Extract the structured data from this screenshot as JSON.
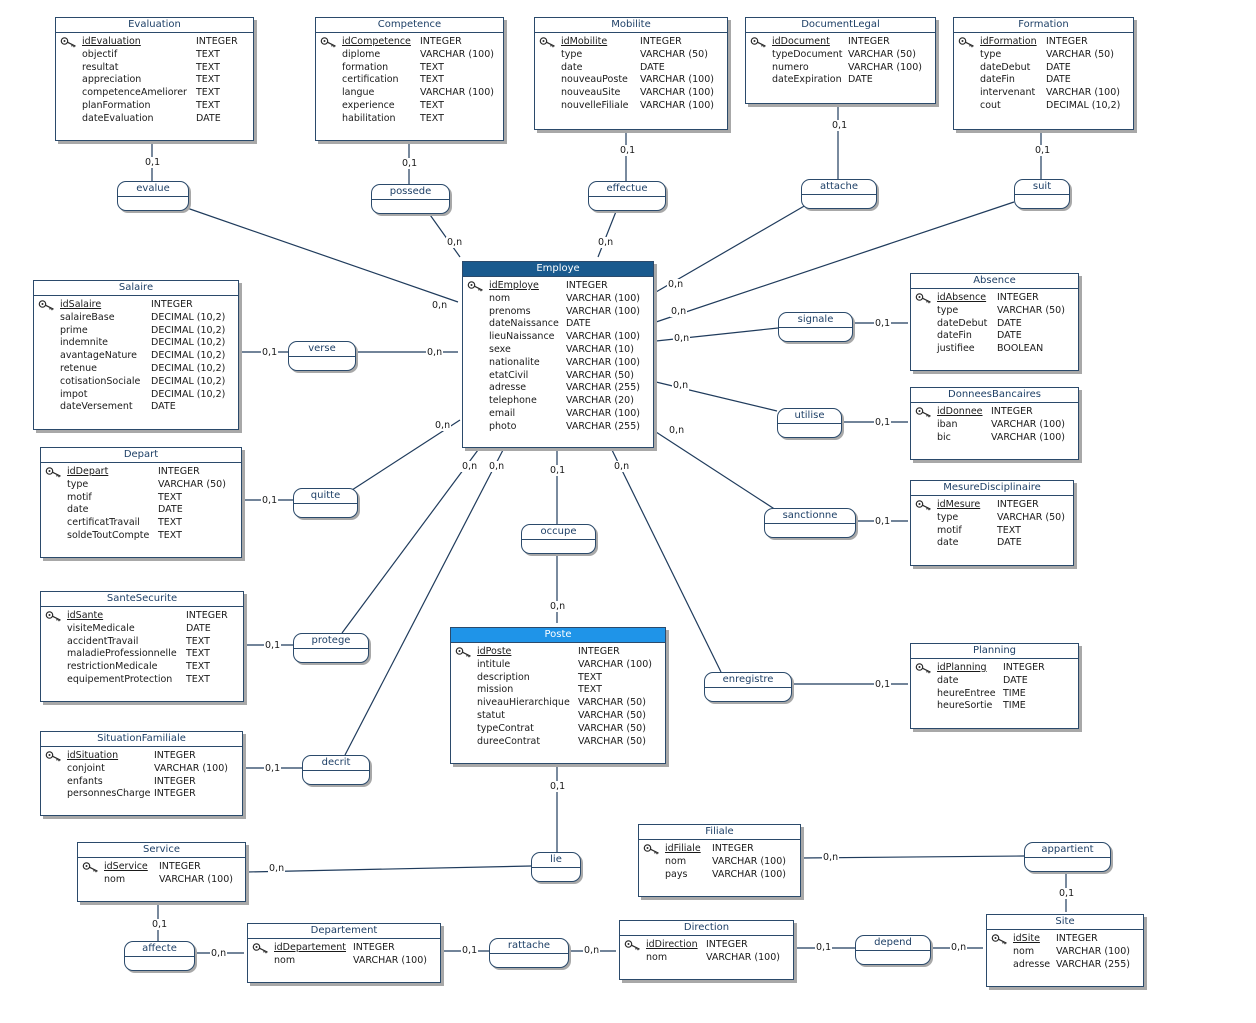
{
  "entities": [
    {
      "id": "evaluation",
      "name": "Evaluation",
      "attrs": [
        [
          "idEvaluation",
          "INTEGER",
          true
        ],
        [
          "objectif",
          "TEXT"
        ],
        [
          "resultat",
          "TEXT"
        ],
        [
          "appreciation",
          "TEXT"
        ],
        [
          "competenceAmeliorer",
          "TEXT"
        ],
        [
          "planFormation",
          "TEXT"
        ],
        [
          "dateEvaluation",
          "DATE"
        ]
      ]
    },
    {
      "id": "competence",
      "name": "Competence",
      "attrs": [
        [
          "idCompetence",
          "INTEGER",
          true
        ],
        [
          "diplome",
          "VARCHAR (100)"
        ],
        [
          "formation",
          "TEXT"
        ],
        [
          "certification",
          "TEXT"
        ],
        [
          "langue",
          "VARCHAR (100)"
        ],
        [
          "experience",
          "TEXT"
        ],
        [
          "habilitation",
          "TEXT"
        ]
      ]
    },
    {
      "id": "mobilite",
      "name": "Mobilite",
      "attrs": [
        [
          "idMobilite",
          "INTEGER",
          true
        ],
        [
          "type",
          "VARCHAR (50)"
        ],
        [
          "date",
          "DATE"
        ],
        [
          "nouveauPoste",
          "VARCHAR (100)"
        ],
        [
          "nouveauSite",
          "VARCHAR (100)"
        ],
        [
          "nouvelleFiliale",
          "VARCHAR (100)"
        ]
      ]
    },
    {
      "id": "documentlegal",
      "name": "DocumentLegal",
      "attrs": [
        [
          "idDocument",
          "INTEGER",
          true
        ],
        [
          "typeDocument",
          "VARCHAR (50)"
        ],
        [
          "numero",
          "VARCHAR (100)"
        ],
        [
          "dateExpiration",
          "DATE"
        ]
      ]
    },
    {
      "id": "formation",
      "name": "Formation",
      "attrs": [
        [
          "idFormation",
          "INTEGER",
          true
        ],
        [
          "type",
          "VARCHAR (50)"
        ],
        [
          "dateDebut",
          "DATE"
        ],
        [
          "dateFin",
          "DATE"
        ],
        [
          "intervenant",
          "VARCHAR (100)"
        ],
        [
          "cout",
          "DECIMAL (10,2)"
        ]
      ]
    },
    {
      "id": "salaire",
      "name": "Salaire",
      "attrs": [
        [
          "idSalaire",
          "INTEGER",
          true
        ],
        [
          "salaireBase",
          "DECIMAL (10,2)"
        ],
        [
          "prime",
          "DECIMAL (10,2)"
        ],
        [
          "indemnite",
          "DECIMAL (10,2)"
        ],
        [
          "avantageNature",
          "DECIMAL (10,2)"
        ],
        [
          "retenue",
          "DECIMAL (10,2)"
        ],
        [
          "cotisationSociale",
          "DECIMAL (10,2)"
        ],
        [
          "impot",
          "DECIMAL (10,2)"
        ],
        [
          "dateVersement",
          "DATE"
        ]
      ]
    },
    {
      "id": "employe",
      "name": "Employe",
      "attrs": [
        [
          "idEmploye",
          "INTEGER",
          true
        ],
        [
          "nom",
          "VARCHAR (100)"
        ],
        [
          "prenoms",
          "VARCHAR (100)"
        ],
        [
          "dateNaissance",
          "DATE"
        ],
        [
          "lieuNaissance",
          "VARCHAR (100)"
        ],
        [
          "sexe",
          "VARCHAR (10)"
        ],
        [
          "nationalite",
          "VARCHAR (100)"
        ],
        [
          "etatCivil",
          "VARCHAR (50)"
        ],
        [
          "adresse",
          "VARCHAR (255)"
        ],
        [
          "telephone",
          "VARCHAR (20)"
        ],
        [
          "email",
          "VARCHAR (100)"
        ],
        [
          "photo",
          "VARCHAR (255)"
        ]
      ]
    },
    {
      "id": "absence",
      "name": "Absence",
      "attrs": [
        [
          "idAbsence",
          "INTEGER",
          true
        ],
        [
          "type",
          "VARCHAR (50)"
        ],
        [
          "dateDebut",
          "DATE"
        ],
        [
          "dateFin",
          "DATE"
        ],
        [
          "justifiee",
          "BOOLEAN"
        ]
      ]
    },
    {
      "id": "donneesbancaires",
      "name": "DonneesBancaires",
      "attrs": [
        [
          "idDonnee",
          "INTEGER",
          true
        ],
        [
          "iban",
          "VARCHAR (100)"
        ],
        [
          "bic",
          "VARCHAR (100)"
        ]
      ]
    },
    {
      "id": "depart",
      "name": "Depart",
      "attrs": [
        [
          "idDepart",
          "INTEGER",
          true
        ],
        [
          "type",
          "VARCHAR (50)"
        ],
        [
          "motif",
          "TEXT"
        ],
        [
          "date",
          "DATE"
        ],
        [
          "certificatTravail",
          "TEXT"
        ],
        [
          "soldeToutCompte",
          "TEXT"
        ]
      ]
    },
    {
      "id": "mesuredisciplinaire",
      "name": "MesureDisciplinaire",
      "attrs": [
        [
          "idMesure",
          "INTEGER",
          true
        ],
        [
          "type",
          "VARCHAR (50)"
        ],
        [
          "motif",
          "TEXT"
        ],
        [
          "date",
          "DATE"
        ]
      ]
    },
    {
      "id": "santesecurite",
      "name": "SanteSecurite",
      "attrs": [
        [
          "idSante",
          "INTEGER",
          true
        ],
        [
          "visiteMedicale",
          "DATE"
        ],
        [
          "accidentTravail",
          "TEXT"
        ],
        [
          "maladieProfessionnelle",
          "TEXT"
        ],
        [
          "restrictionMedicale",
          "TEXT"
        ],
        [
          "equipementProtection",
          "TEXT"
        ]
      ]
    },
    {
      "id": "poste",
      "name": "Poste",
      "attrs": [
        [
          "idPoste",
          "INTEGER",
          true
        ],
        [
          "intitule",
          "VARCHAR (100)"
        ],
        [
          "description",
          "TEXT"
        ],
        [
          "mission",
          "TEXT"
        ],
        [
          "niveauHierarchique",
          "VARCHAR (50)"
        ],
        [
          "statut",
          "VARCHAR (50)"
        ],
        [
          "typeContrat",
          "VARCHAR (50)"
        ],
        [
          "dureeContrat",
          "VARCHAR (50)"
        ]
      ]
    },
    {
      "id": "planning",
      "name": "Planning",
      "attrs": [
        [
          "idPlanning",
          "INTEGER",
          true
        ],
        [
          "date",
          "DATE"
        ],
        [
          "heureEntree",
          "TIME"
        ],
        [
          "heureSortie",
          "TIME"
        ]
      ]
    },
    {
      "id": "situationfamiliale",
      "name": "SituationFamiliale",
      "attrs": [
        [
          "idSituation",
          "INTEGER",
          true
        ],
        [
          "conjoint",
          "VARCHAR (100)"
        ],
        [
          "enfants",
          "INTEGER"
        ],
        [
          "personnesCharge",
          "INTEGER"
        ]
      ]
    },
    {
      "id": "filiale",
      "name": "Filiale",
      "attrs": [
        [
          "idFiliale",
          "INTEGER",
          true
        ],
        [
          "nom",
          "VARCHAR (100)"
        ],
        [
          "pays",
          "VARCHAR (100)"
        ]
      ]
    },
    {
      "id": "service",
      "name": "Service",
      "attrs": [
        [
          "idService",
          "INTEGER",
          true
        ],
        [
          "nom",
          "VARCHAR (100)"
        ]
      ]
    },
    {
      "id": "departement",
      "name": "Departement",
      "attrs": [
        [
          "idDepartement",
          "INTEGER",
          true
        ],
        [
          "nom",
          "VARCHAR (100)"
        ]
      ]
    },
    {
      "id": "direction",
      "name": "Direction",
      "attrs": [
        [
          "idDirection",
          "INTEGER",
          true
        ],
        [
          "nom",
          "VARCHAR (100)"
        ]
      ]
    },
    {
      "id": "site",
      "name": "Site",
      "attrs": [
        [
          "idSite",
          "INTEGER",
          true
        ],
        [
          "nom",
          "VARCHAR (100)"
        ],
        [
          "adresse",
          "VARCHAR (255)"
        ]
      ]
    }
  ],
  "associations": [
    {
      "id": "evalue",
      "name": "evalue"
    },
    {
      "id": "possede",
      "name": "possede"
    },
    {
      "id": "effectue",
      "name": "effectue"
    },
    {
      "id": "attache",
      "name": "attache"
    },
    {
      "id": "suit",
      "name": "suit"
    },
    {
      "id": "verse",
      "name": "verse"
    },
    {
      "id": "signale",
      "name": "signale"
    },
    {
      "id": "utilise",
      "name": "utilise"
    },
    {
      "id": "quitte",
      "name": "quitte"
    },
    {
      "id": "sanctionne",
      "name": "sanctionne"
    },
    {
      "id": "occupe",
      "name": "occupe"
    },
    {
      "id": "protege",
      "name": "protege"
    },
    {
      "id": "enregistre",
      "name": "enregistre"
    },
    {
      "id": "decrit",
      "name": "decrit"
    },
    {
      "id": "lie",
      "name": "lie"
    },
    {
      "id": "appartient",
      "name": "appartient"
    },
    {
      "id": "affecte",
      "name": "affecte"
    },
    {
      "id": "rattache",
      "name": "rattache"
    },
    {
      "id": "depend",
      "name": "depend"
    }
  ],
  "links": [
    {
      "a": "evalue",
      "e": "evaluation",
      "c": "0,1"
    },
    {
      "a": "evalue",
      "e": "employe",
      "c": "0,n"
    },
    {
      "a": "possede",
      "e": "competence",
      "c": "0,1"
    },
    {
      "a": "possede",
      "e": "employe",
      "c": "0,n"
    },
    {
      "a": "effectue",
      "e": "mobilite",
      "c": "0,1"
    },
    {
      "a": "effectue",
      "e": "employe",
      "c": "0,n"
    },
    {
      "a": "attache",
      "e": "documentlegal",
      "c": "0,1"
    },
    {
      "a": "attache",
      "e": "employe",
      "c": "0,n"
    },
    {
      "a": "suit",
      "e": "formation",
      "c": "0,1"
    },
    {
      "a": "suit",
      "e": "employe",
      "c": "0,n"
    },
    {
      "a": "verse",
      "e": "salaire",
      "c": "0,1"
    },
    {
      "a": "verse",
      "e": "employe",
      "c": "0,n"
    },
    {
      "a": "signale",
      "e": "absence",
      "c": "0,1"
    },
    {
      "a": "signale",
      "e": "employe",
      "c": "0,n"
    },
    {
      "a": "utilise",
      "e": "donneesbancaires",
      "c": "0,1"
    },
    {
      "a": "utilise",
      "e": "employe",
      "c": "0,n"
    },
    {
      "a": "quitte",
      "e": "depart",
      "c": "0,1"
    },
    {
      "a": "quitte",
      "e": "employe",
      "c": "0,n"
    },
    {
      "a": "sanctionne",
      "e": "mesuredisciplinaire",
      "c": "0,1"
    },
    {
      "a": "sanctionne",
      "e": "employe",
      "c": "0,n"
    },
    {
      "a": "occupe",
      "e": "employe",
      "c": "0,1"
    },
    {
      "a": "occupe",
      "e": "poste",
      "c": "0,n"
    },
    {
      "a": "protege",
      "e": "santesecurite",
      "c": "0,1"
    },
    {
      "a": "protege",
      "e": "employe",
      "c": "0,n"
    },
    {
      "a": "enregistre",
      "e": "planning",
      "c": "0,1"
    },
    {
      "a": "enregistre",
      "e": "employe",
      "c": "0,n"
    },
    {
      "a": "decrit",
      "e": "situationfamiliale",
      "c": "0,1"
    },
    {
      "a": "decrit",
      "e": "employe",
      "c": "0,n"
    },
    {
      "a": "lie",
      "e": "poste",
      "c": "0,1"
    },
    {
      "a": "lie",
      "e": "service",
      "c": "0,n"
    },
    {
      "a": "appartient",
      "e": "site",
      "c": "0,1"
    },
    {
      "a": "appartient",
      "e": "filiale",
      "c": "0,n"
    },
    {
      "a": "affecte",
      "e": "service",
      "c": "0,1"
    },
    {
      "a": "affecte",
      "e": "departement",
      "c": "0,n"
    },
    {
      "a": "rattache",
      "e": "departement",
      "c": "0,1"
    },
    {
      "a": "rattache",
      "e": "direction",
      "c": "0,n"
    },
    {
      "a": "depend",
      "e": "direction",
      "c": "0,1"
    },
    {
      "a": "depend",
      "e": "site",
      "c": "0,n"
    }
  ],
  "colors": {
    "line": "#1f3b5c",
    "header_employe": "#1a5a8e",
    "header_poste": "#1f94e8",
    "shadow": "#a8a8a8"
  },
  "icons": {
    "primary_key": "key-icon"
  }
}
